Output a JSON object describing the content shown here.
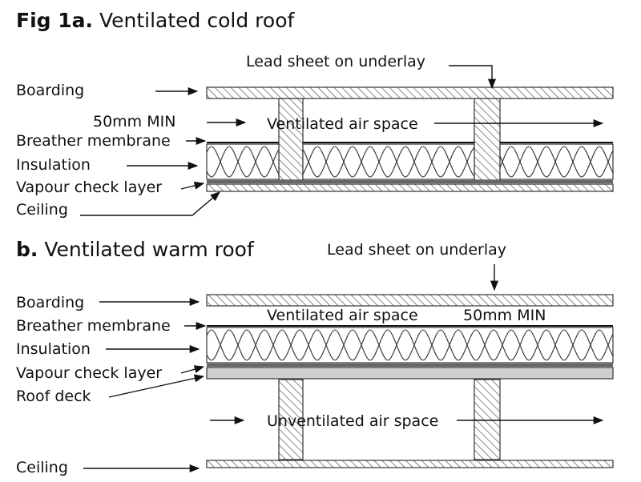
{
  "fig_a": {
    "title_bold": "Fig 1a.",
    "title_rest": " Ventilated cold roof",
    "lead_sheet": "Lead sheet on underlay",
    "boarding": "Boarding",
    "min_gap": "50mm MIN",
    "air_space": "Ventilated air space",
    "breather": "Breather membrane",
    "insulation": "Insulation",
    "vapour": "Vapour check layer",
    "ceiling": "Ceiling"
  },
  "fig_b": {
    "title_bold": "b.",
    "title_rest": " Ventilated warm roof",
    "lead_sheet": "Lead sheet on underlay",
    "boarding": "Boarding",
    "air_space": "Ventilated air space",
    "min_gap": "50mm MIN",
    "breather": "Breather membrane",
    "insulation": "Insulation",
    "vapour": "Vapour check layer",
    "roof_deck": "Roof deck",
    "unvent_space": "Unventilated air space",
    "ceiling": "Ceiling"
  }
}
